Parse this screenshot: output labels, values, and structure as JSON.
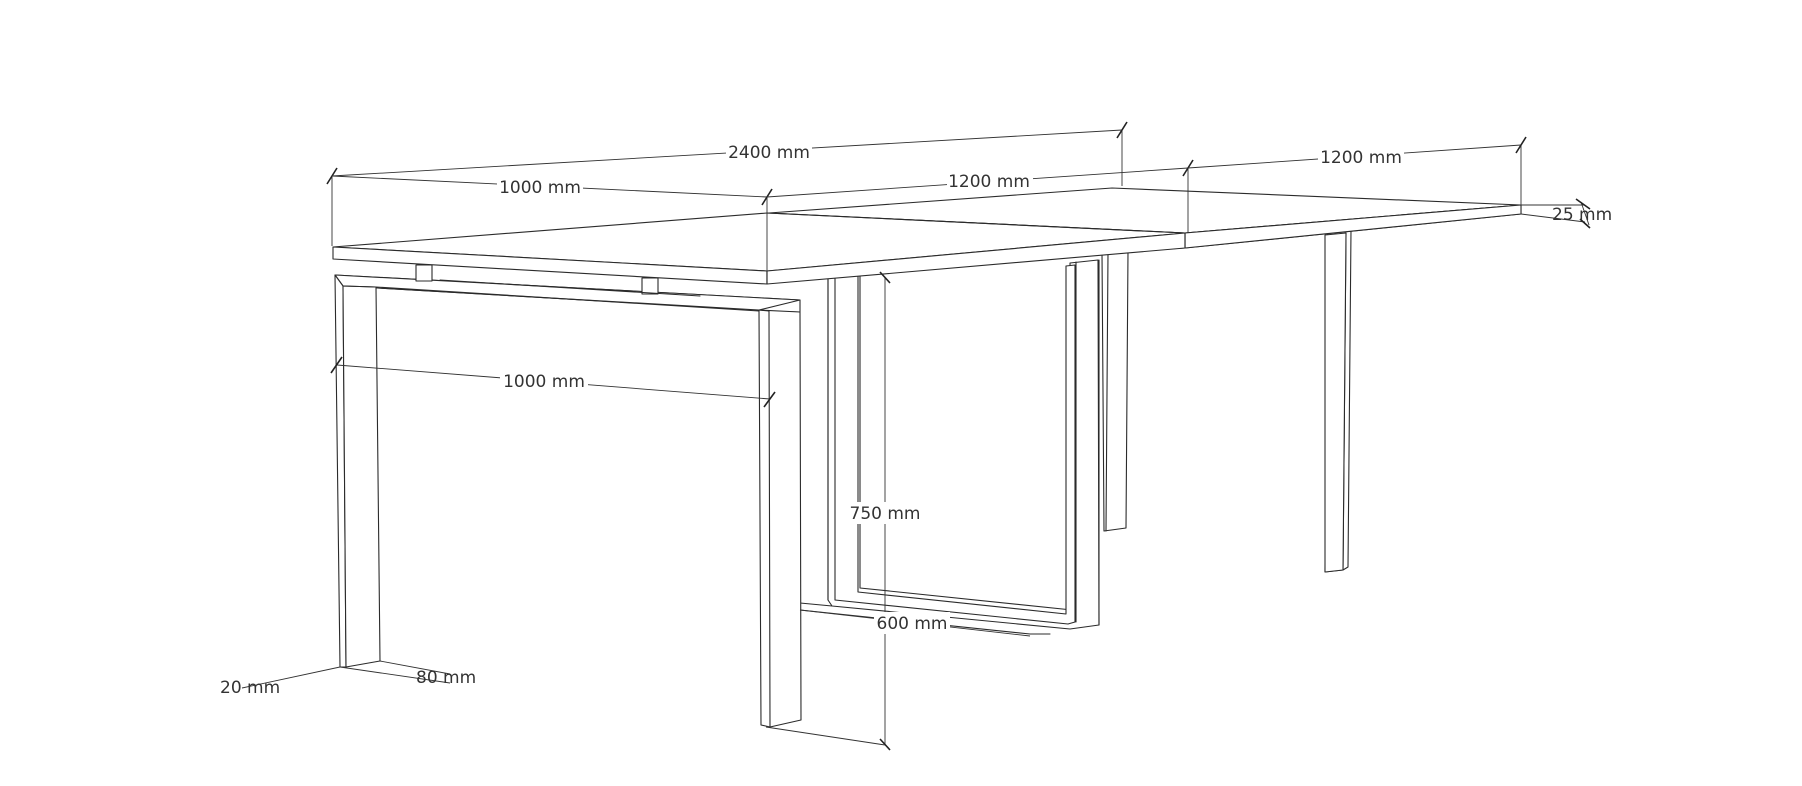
{
  "dimensions": {
    "overall_length": "2400 mm",
    "module_left_top": "1000 mm",
    "module_middle_top": "1200 mm",
    "module_right_top": "1200 mm",
    "top_thickness": "25 mm",
    "leg_frame_width": "1000 mm",
    "height": "750 mm",
    "frame_depth": "600 mm",
    "leg_thickness": "20 mm",
    "leg_width": "80 mm"
  }
}
